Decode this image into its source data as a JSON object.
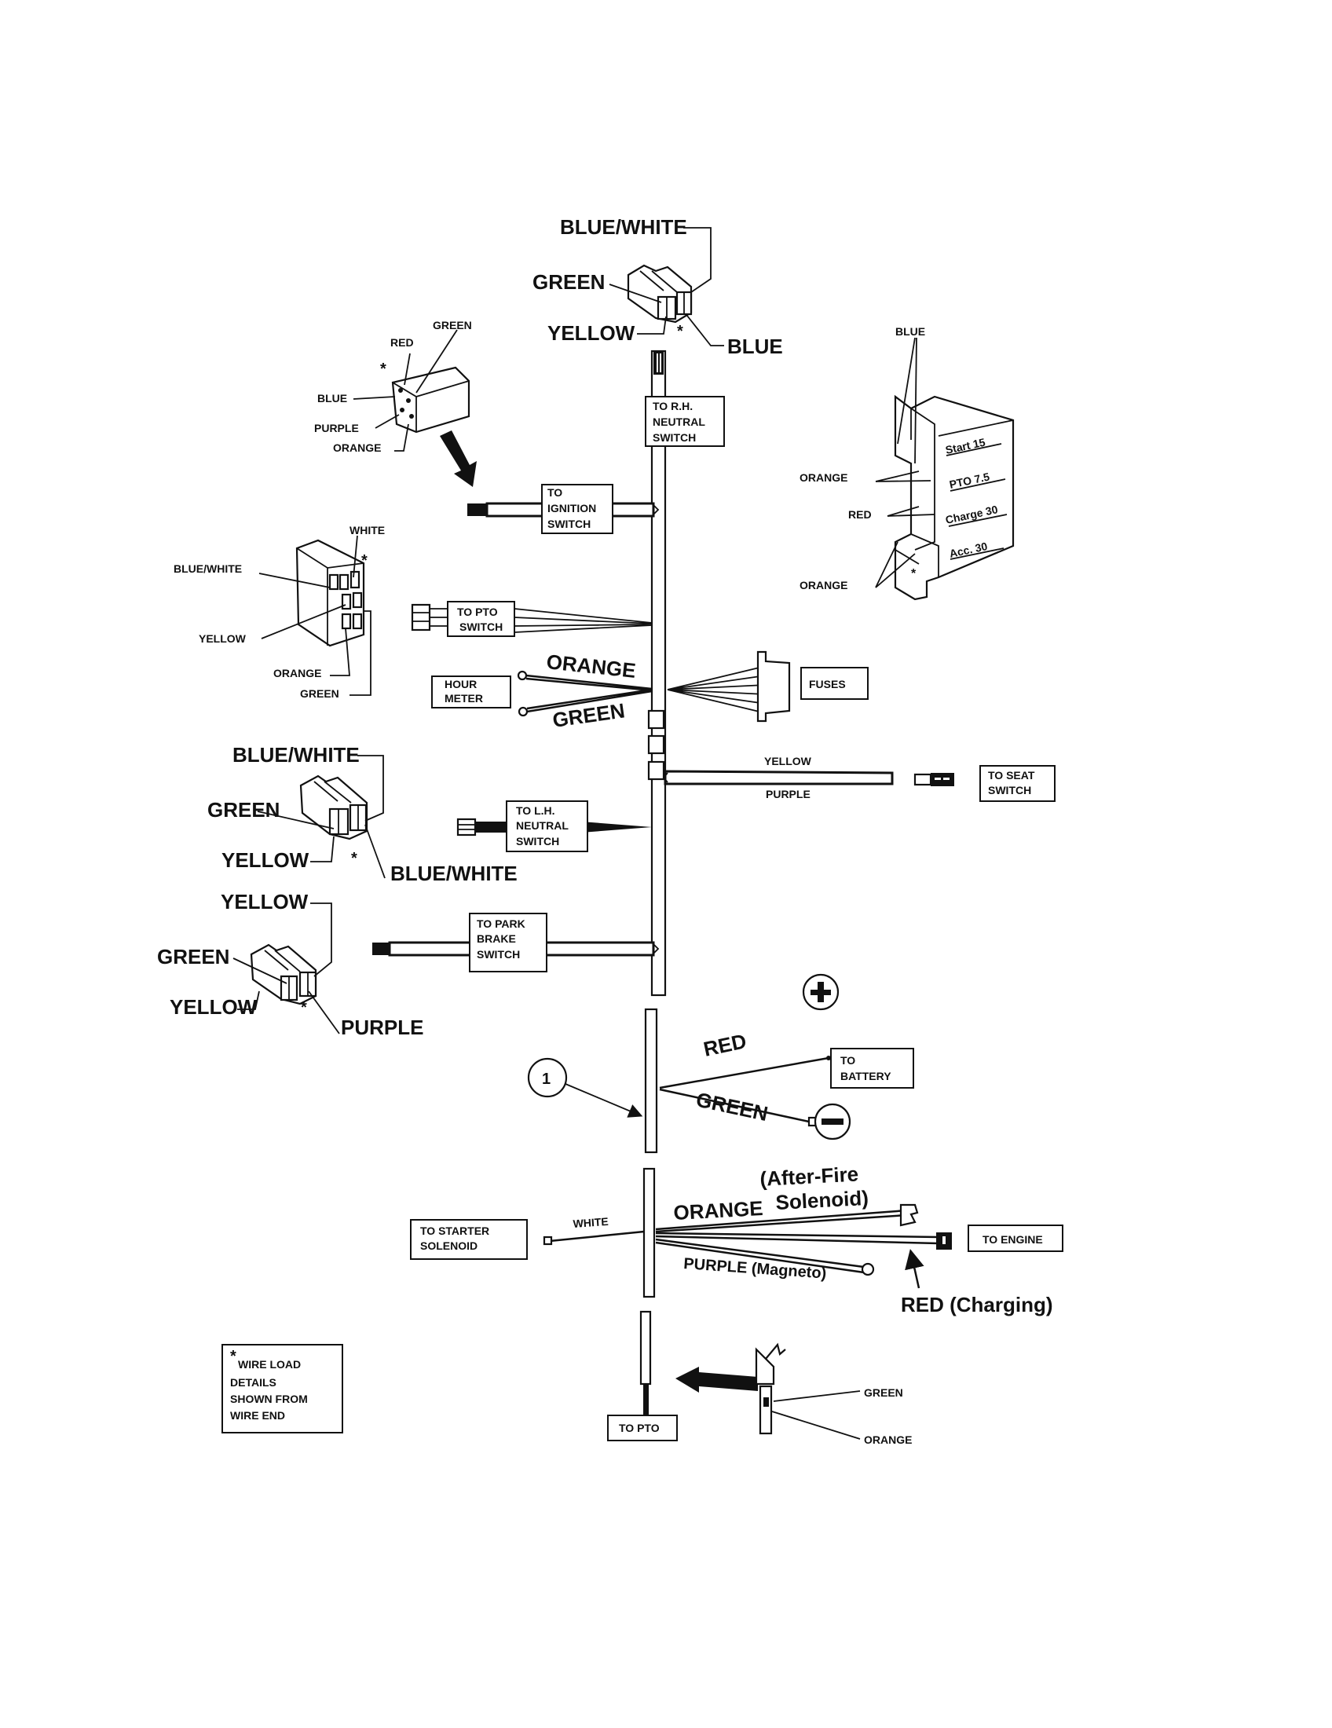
{
  "diagram": {
    "title": "Wiring Harness Diagram",
    "top_connector": {
      "labels": [
        "BLUE/WHITE",
        "GREEN",
        "YELLOW",
        "BLUE"
      ],
      "asterisk": "*"
    },
    "ignition_connector": {
      "labels": [
        "GREEN",
        "RED",
        "BLUE",
        "PURPLE",
        "ORANGE"
      ],
      "asterisk": "*"
    },
    "pto_connector": {
      "labels": [
        "WHITE",
        "BLUE/WHITE",
        "YELLOW",
        "ORANGE",
        "GREEN"
      ],
      "asterisk": "*"
    },
    "lh_neutral_connector": {
      "labels": [
        "BLUE/WHITE",
        "GREEN",
        "YELLOW",
        "BLUE/WHITE"
      ],
      "asterisk": "*"
    },
    "park_brake_connector": {
      "labels": [
        "YELLOW",
        "GREEN",
        "YELLOW",
        "PURPLE"
      ],
      "asterisk": "*"
    },
    "fuse_block": {
      "wire_labels": [
        "BLUE",
        "ORANGE",
        "RED",
        "ORANGE"
      ],
      "fuses": [
        "Start 15",
        "PTO 7.5",
        "Charge 30",
        "Acc. 30"
      ],
      "asterisk": "*"
    },
    "boxes": {
      "rh_neutral": [
        "TO R.H.",
        "NEUTRAL",
        "SWITCH"
      ],
      "ignition": [
        "TO",
        "IGNITION",
        "SWITCH"
      ],
      "pto_switch": [
        "TO PTO",
        "SWITCH"
      ],
      "hour_meter": [
        "HOUR",
        "METER"
      ],
      "fuses": "FUSES",
      "seat_switch": [
        "TO SEAT",
        "SWITCH"
      ],
      "lh_neutral": [
        "TO L.H.",
        "NEUTRAL",
        "SWITCH"
      ],
      "park_brake": [
        "TO PARK",
        "BRAKE",
        "SWITCH"
      ],
      "battery": [
        "TO",
        "BATTERY"
      ],
      "starter_solenoid": [
        "TO STARTER",
        "SOLENOID"
      ],
      "engine": "TO ENGINE",
      "pto": "TO PTO"
    },
    "wire_labels": {
      "hour_orange": "ORANGE",
      "hour_green": "GREEN",
      "seat_yellow": "YELLOW",
      "seat_purple": "PURPLE",
      "battery_red": "RED",
      "battery_green": "GREEN",
      "starter_white": "WHITE",
      "engine_orange": "ORANGE",
      "after_fire_1": "(After-Fire",
      "after_fire_2": "Solenoid)",
      "purple_magneto": "PURPLE (Magneto)",
      "red_charging": "RED (Charging)",
      "pto_green": "GREEN",
      "pto_orange": "ORANGE"
    },
    "battery_symbols": {
      "plus": "+",
      "minus": "−"
    },
    "callout": "1",
    "note": {
      "asterisk": "*",
      "lines": [
        "WIRE LOAD",
        "DETAILS",
        "SHOWN FROM",
        "WIRE END"
      ]
    }
  }
}
